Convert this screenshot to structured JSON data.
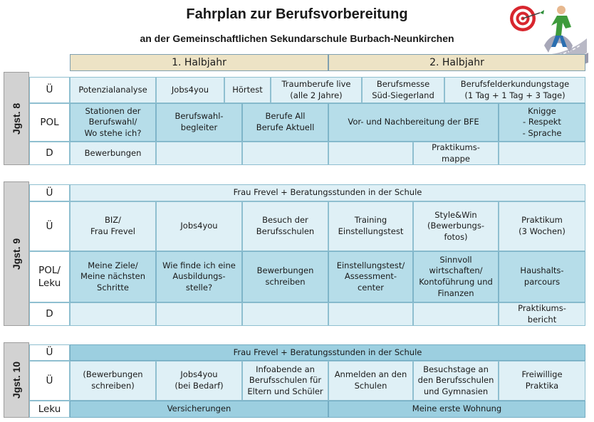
{
  "title": "Fahrplan zur Berufsvorbereitung",
  "subtitle": "an der Gemeinschaftlichen Sekundarschule Burbach-Neunkirchen",
  "half_years": [
    "1. Halbjahr",
    "2. Halbjahr"
  ],
  "jg8": {
    "grade": "Jgst. 8",
    "row_labels": [
      "Ü",
      "POL",
      "D"
    ],
    "ue": [
      "Potenzialanalyse",
      "Jobs4you",
      "Hörtest",
      "Traumberufe live\n(alle 2 Jahre)",
      "Berufsmesse\nSüd-Siegerland",
      "Berufsfelderkundungstage\n(1 Tag + 1 Tag  + 3 Tage)"
    ],
    "pol": [
      "Stationen der\nBerufswahl/\nWo stehe ich?",
      "Berufswahl-\nbegleiter",
      "Berufe All\nBerufe Aktuell",
      "Vor- und Nachbereitung der BFE",
      "Knigge\n- Respekt\n- Sprache"
    ],
    "d": [
      "Bewerbungen",
      "",
      "",
      "",
      "Praktikums-\nmappe",
      ""
    ]
  },
  "jg9": {
    "grade": "Jgst. 9",
    "row_labels": [
      "Ü",
      "Ü",
      "POL/\nLeku",
      "D"
    ],
    "ue_full": "Frau Frevel + Beratungsstunden in der Schule",
    "ue": [
      "BIZ/\nFrau Frevel",
      "Jobs4you",
      "Besuch der\nBerufsschulen",
      "Training\nEinstellungstest",
      "Style&Win\n(Bewerbungs-\nfotos)",
      "Praktikum\n(3 Wochen)"
    ],
    "pol": [
      "Meine Ziele/\nMeine nächsten\nSchritte",
      "Wie finde ich eine\nAusbildungs-\nstelle?",
      "Bewerbungen\nschreiben",
      "Einstellungstest/\nAssessment-\ncenter",
      "Sinnvoll\nwirtschaften/\nKontoführung und\nFinanzen",
      "Haushalts-\nparcours"
    ],
    "d": [
      "",
      "",
      "",
      "",
      "",
      "Praktikums-\nbericht"
    ]
  },
  "jg10": {
    "grade": "Jgst. 10",
    "row_labels": [
      "Ü",
      "Ü",
      "Leku"
    ],
    "ue_full": "Frau Frevel + Beratungsstunden in der Schule",
    "ue": [
      "(Bewerbungen\nschreiben)",
      "Jobs4you\n(bei Bedarf)",
      "Infoabende an\nBerufsschulen für\nEltern und Schüler",
      "Anmelden an den\nSchulen",
      "Besuchstage an\nden Berufsschulen\nund Gymnasien",
      "Freiwillige\nPraktika"
    ],
    "leku": [
      "Versicherungen",
      "Meine erste Wohnung"
    ]
  },
  "colors": {
    "header": "#ede3c5",
    "light": "#dff0f6",
    "mid": "#b6dde9",
    "dark": "#9ccfe0",
    "grade": "#d2d2d2"
  },
  "icons": [
    "target-logo-icon"
  ]
}
